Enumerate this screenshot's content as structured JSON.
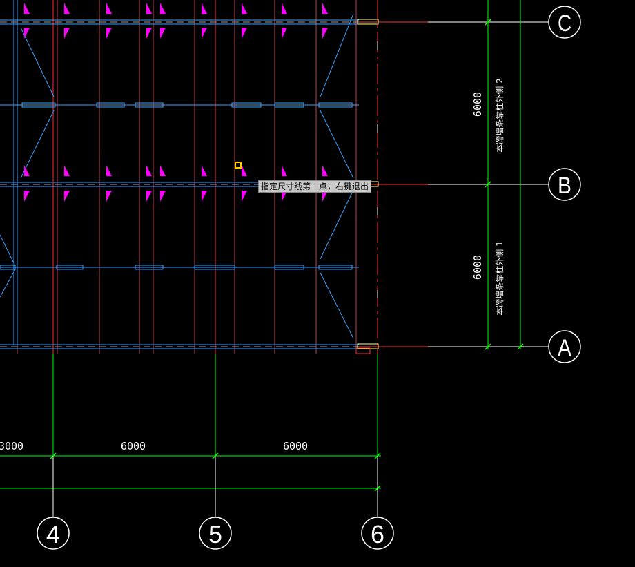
{
  "colors": {
    "background": "#000000",
    "green_dim": "#00ff00",
    "red_axis": "#ff3030",
    "cyan_member": "#3aa0ff",
    "magenta_mark": "#ff00ff",
    "white": "#ffffff",
    "cursor": "#ffcc00"
  },
  "axes_vertical": [
    {
      "label": "4"
    },
    {
      "label": "5"
    },
    {
      "label": "6"
    }
  ],
  "axes_horizontal": [
    {
      "label": "C"
    },
    {
      "label": "B"
    },
    {
      "label": "A"
    }
  ],
  "dimensions_bottom": [
    "3000",
    "6000",
    "6000"
  ],
  "dimensions_right": [
    "6000",
    "6000"
  ],
  "notes_right": [
    "本跨墙条靠柱外侧 2",
    "本跨墙条靠柱外侧 1"
  ],
  "tooltip": "指定尺寸线第一点，右键退出",
  "cursor_icon": "pick-box-icon"
}
